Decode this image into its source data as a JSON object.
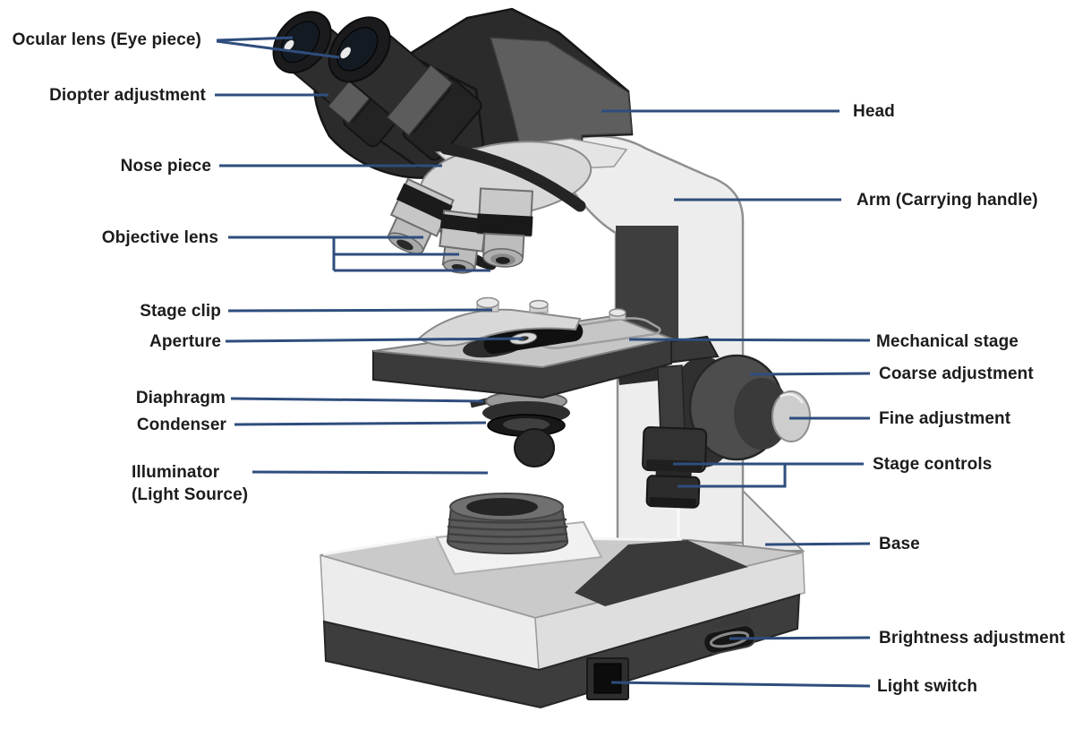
{
  "diagram": {
    "subject": "Parts of a compound light microscope",
    "background": "#ffffff",
    "leader_color": "#2f4d7d",
    "label_color": "#1c1c1c",
    "labels_left": [
      {
        "id": "ocular-lens",
        "text": "Ocular lens (Eye piece)"
      },
      {
        "id": "diopter-adjustment",
        "text": "Diopter adjustment"
      },
      {
        "id": "nose-piece",
        "text": "Nose piece"
      },
      {
        "id": "objective-lens",
        "text": "Objective lens"
      },
      {
        "id": "stage-clip",
        "text": "Stage clip"
      },
      {
        "id": "aperture",
        "text": "Aperture"
      },
      {
        "id": "diaphragm",
        "text": "Diaphragm"
      },
      {
        "id": "condenser",
        "text": "Condenser"
      },
      {
        "id": "illuminator",
        "text": "Illuminator\n(Light Source)"
      }
    ],
    "labels_right": [
      {
        "id": "head",
        "text": "Head"
      },
      {
        "id": "arm",
        "text": "Arm (Carrying handle)"
      },
      {
        "id": "mechanical-stage",
        "text": "Mechanical stage"
      },
      {
        "id": "coarse-adjustment",
        "text": "Coarse adjustment"
      },
      {
        "id": "fine-adjustment",
        "text": "Fine adjustment"
      },
      {
        "id": "stage-controls",
        "text": "Stage controls"
      },
      {
        "id": "base",
        "text": "Base"
      },
      {
        "id": "brightness-adjustment",
        "text": "Brightness adjustment"
      },
      {
        "id": "light-switch",
        "text": "Light switch"
      }
    ]
  }
}
